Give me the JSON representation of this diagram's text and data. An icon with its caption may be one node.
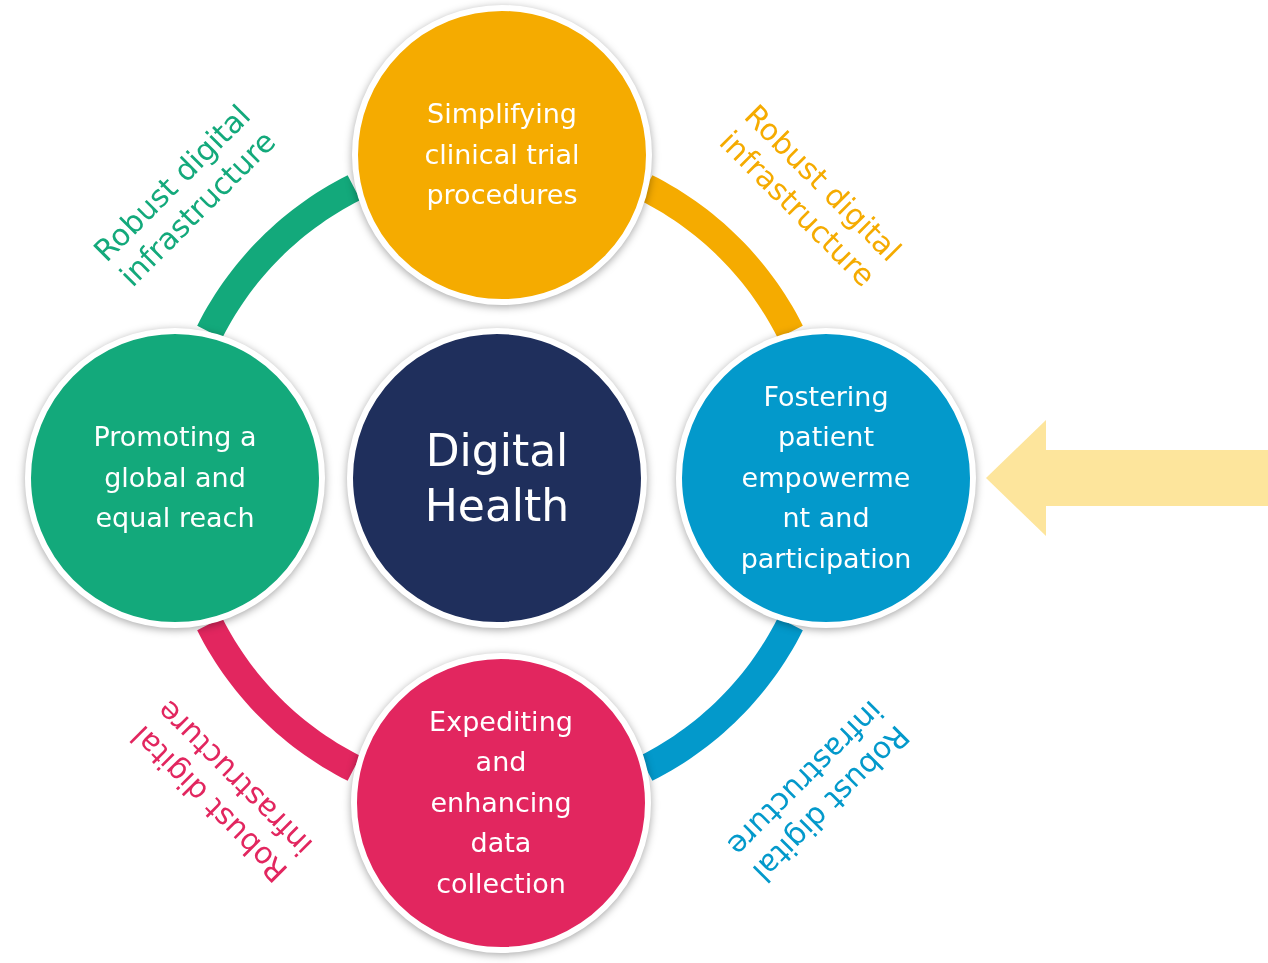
{
  "diagram": {
    "nodes": [
      {
        "text": [
          "Simplifying clinical trial procedures"
        ]
      },
      {
        "text": [
          "Promoting a global and equal reach"
        ]
      },
      {
        "text": [
          "Digital Health"
        ]
      },
      {
        "text": [
          "Fostering patient empowerme nt and participation"
        ]
      },
      {
        "text": [
          "Expediting and enhancing data collection"
        ]
      }
    ],
    "edges": [
      {
        "from": 1,
        "to": 0,
        "arrow": "none",
        "label": "Robust digital infrastructure",
        "color": "#13a97b"
      },
      {
        "from": 0,
        "to": 3,
        "arrow": "none",
        "label": "Robust digital infrastructure",
        "color": "#f5ab00"
      },
      {
        "from": 3,
        "to": 4,
        "arrow": "none",
        "label": "Robust digital infrastructure",
        "color": "#0399cb"
      },
      {
        "from": 4,
        "to": 1,
        "arrow": "none",
        "label": "Robust digital infrastructure",
        "color": "#e2265f"
      },
      {
        "from": null,
        "to": 3,
        "arrow": "to",
        "style": "thick",
        "color": "#fde59c"
      }
    ]
  }
}
